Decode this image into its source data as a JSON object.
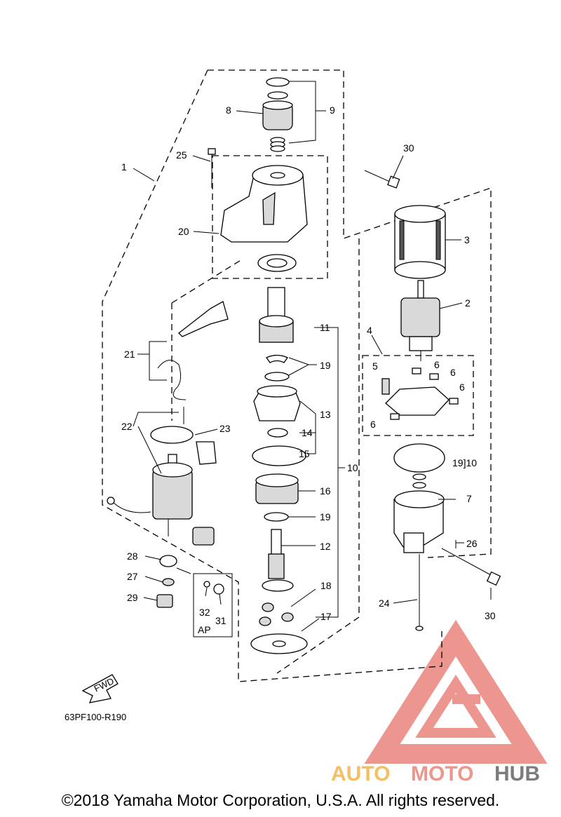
{
  "diagram_code": "63PF100-R190",
  "fwd_label": "FWD",
  "ap_label": "AP",
  "watermark": {
    "word_1": "AUTO",
    "word_2": "MOTO",
    "word_3": "HUB",
    "color_red": "#e9847c",
    "color_gold": "#f1b34a",
    "color_grey": "#666666"
  },
  "copyright": "©2018 Yamaha Motor Corporation, U.S.A. All rights reserved.",
  "callouts": [
    "1",
    "2",
    "3",
    "4",
    "5",
    "6",
    "6",
    "6",
    "6",
    "7",
    "8",
    "9",
    "10",
    "19]10",
    "11",
    "12",
    "13",
    "14",
    "15",
    "16",
    "17",
    "18",
    "19",
    "19",
    "20",
    "21",
    "22",
    "23",
    "24",
    "25",
    "26",
    "27",
    "28",
    "29",
    "30",
    "30",
    "31",
    "32"
  ]
}
